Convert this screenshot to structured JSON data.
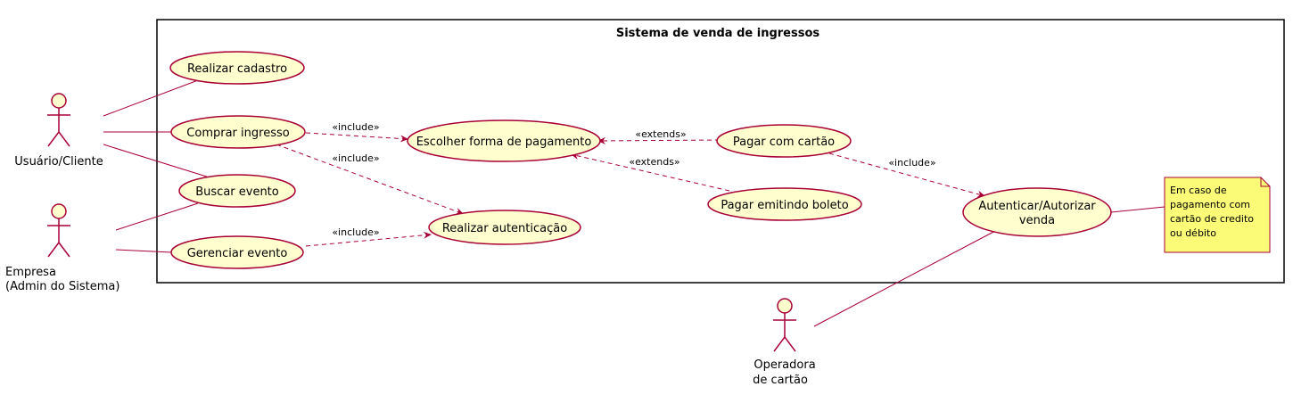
{
  "colors": {
    "usecase_fill": "#FEFECE",
    "usecase_stroke": "#A80036",
    "note_fill": "#FBFB77",
    "line": "#A80036",
    "boundary": "#000000"
  },
  "system": {
    "title": "Sistema de venda de ingressos"
  },
  "usecases": [
    {
      "id": "realizar-cadastro",
      "label": "Realizar cadastro"
    },
    {
      "id": "comprar-ingresso",
      "label": "Comprar ingresso"
    },
    {
      "id": "buscar-evento",
      "label": "Buscar evento"
    },
    {
      "id": "gerenciar-evento",
      "label": "Gerenciar evento"
    },
    {
      "id": "escolher-forma-pagamento",
      "label": "Escolher forma de pagamento"
    },
    {
      "id": "realizar-autenticacao",
      "label": "Realizar autenticação"
    },
    {
      "id": "pagar-cartao",
      "label": "Pagar com cartão"
    },
    {
      "id": "pagar-boleto",
      "label": "Pagar emitindo boleto"
    },
    {
      "id": "autenticar-venda",
      "label": "Autenticar/Autorizar venda",
      "lines": [
        "Autenticar/Autorizar",
        "venda"
      ]
    }
  ],
  "actors": [
    {
      "id": "usuario-cliente",
      "lines": [
        "Usuário/Cliente"
      ]
    },
    {
      "id": "empresa",
      "lines": [
        "Empresa",
        "(Admin do Sistema)"
      ]
    },
    {
      "id": "operadora",
      "lines": [
        "Operadora",
        "de cartão"
      ]
    }
  ],
  "relations": [
    {
      "id": "include-1",
      "label": "«include»"
    },
    {
      "id": "include-2",
      "label": "«include»"
    },
    {
      "id": "include-3",
      "label": "«include»"
    },
    {
      "id": "extends-1",
      "label": "«extends»"
    },
    {
      "id": "extends-2",
      "label": "«extends»"
    },
    {
      "id": "include-4",
      "label": "«include»"
    }
  ],
  "note": {
    "lines": [
      "Em caso de",
      "pagamento com",
      "cartão de credito",
      "ou débito"
    ]
  }
}
